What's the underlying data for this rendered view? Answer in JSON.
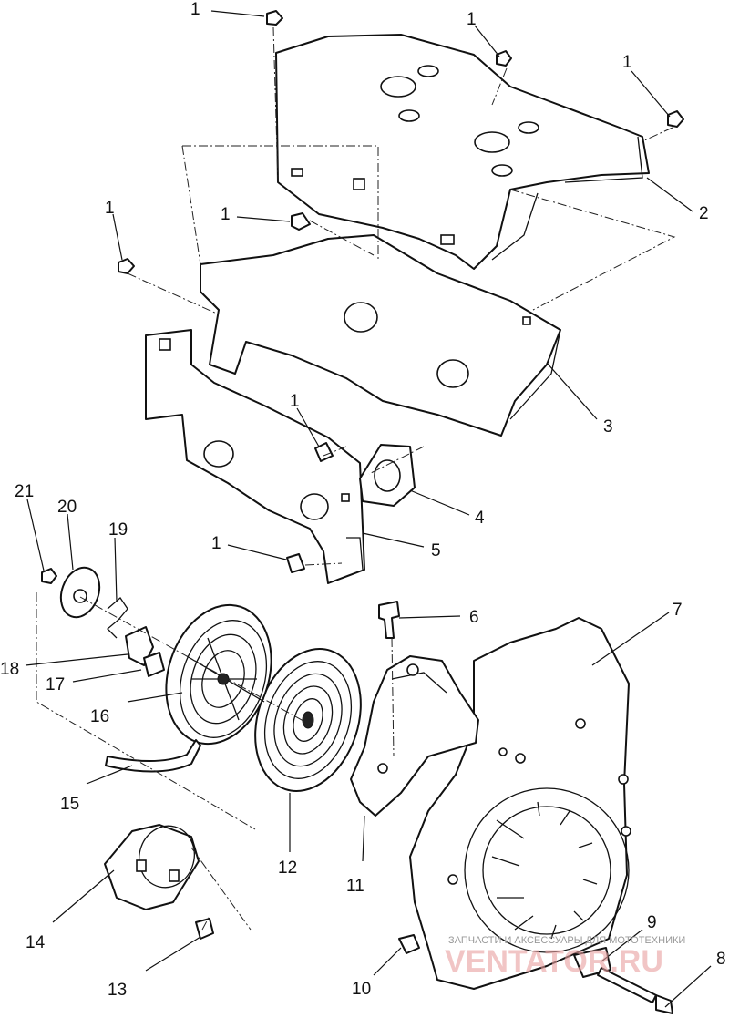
{
  "callouts": [
    {
      "id": "c1a",
      "text": "1"
    },
    {
      "id": "c1b",
      "text": "1"
    },
    {
      "id": "c1c",
      "text": "1"
    },
    {
      "id": "c1d",
      "text": "1"
    },
    {
      "id": "c1e",
      "text": "1"
    },
    {
      "id": "c1f",
      "text": "1"
    },
    {
      "id": "c1g",
      "text": "1"
    },
    {
      "id": "c2",
      "text": "2"
    },
    {
      "id": "c3",
      "text": "3"
    },
    {
      "id": "c4",
      "text": "4"
    },
    {
      "id": "c5",
      "text": "5"
    },
    {
      "id": "c6",
      "text": "6"
    },
    {
      "id": "c7",
      "text": "7"
    },
    {
      "id": "c8",
      "text": "8"
    },
    {
      "id": "c9",
      "text": "9"
    },
    {
      "id": "c10",
      "text": "10"
    },
    {
      "id": "c11",
      "text": "11"
    },
    {
      "id": "c12",
      "text": "12"
    },
    {
      "id": "c13",
      "text": "13"
    },
    {
      "id": "c14",
      "text": "14"
    },
    {
      "id": "c15",
      "text": "15"
    },
    {
      "id": "c16",
      "text": "16"
    },
    {
      "id": "c17",
      "text": "17"
    },
    {
      "id": "c18",
      "text": "18"
    },
    {
      "id": "c19",
      "text": "19"
    },
    {
      "id": "c20",
      "text": "20"
    },
    {
      "id": "c21",
      "text": "21"
    }
  ],
  "watermark": {
    "caption": "ЗАПЧАСТИ И АКСЕССУАРЫ ДЛЯ МОТОТЕХНИКИ",
    "logo": "VENTATOR.RU"
  }
}
